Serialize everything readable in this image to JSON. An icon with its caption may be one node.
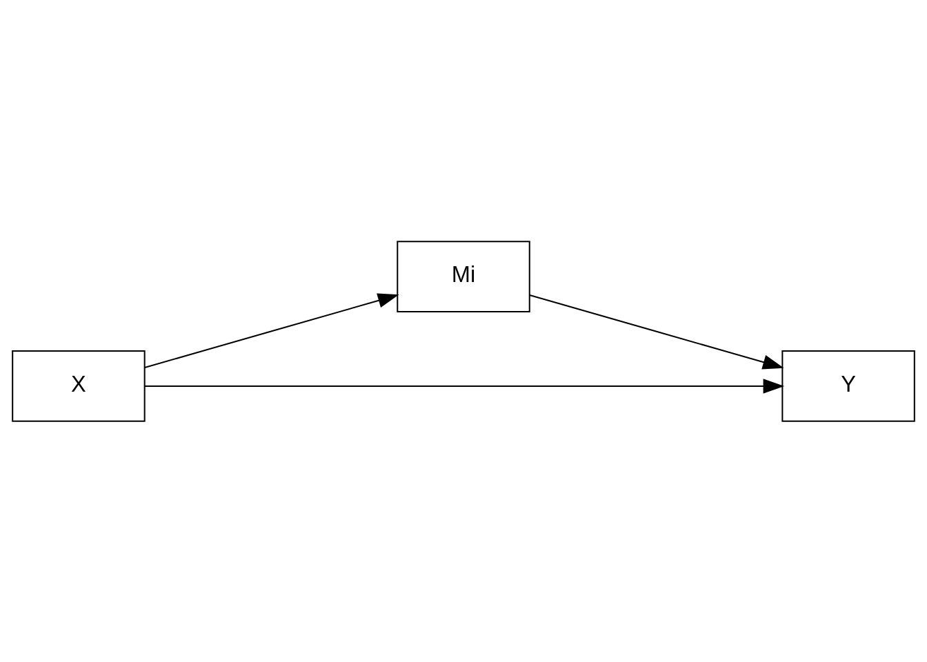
{
  "diagram": {
    "nodes": [
      {
        "text": [
          "X"
        ]
      },
      {
        "text": [
          "Mi"
        ]
      },
      {
        "text": [
          "Y"
        ]
      }
    ],
    "edges": [
      {
        "from": 0,
        "to": 1,
        "arrow": "to"
      },
      {
        "from": 1,
        "to": 2,
        "arrow": "to"
      },
      {
        "from": 0,
        "to": 2,
        "arrow": "to"
      }
    ]
  }
}
